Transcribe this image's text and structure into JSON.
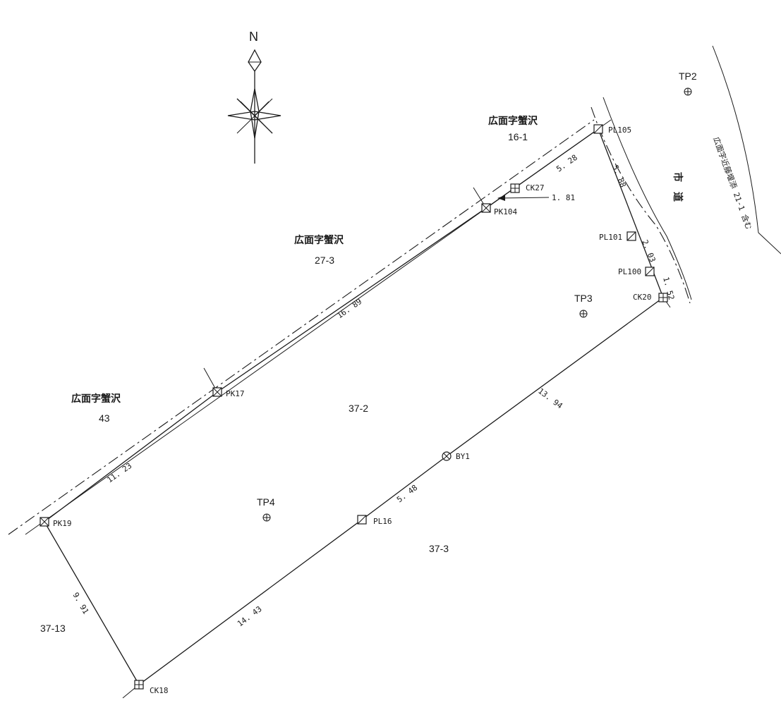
{
  "north": {
    "label": "N",
    "icon": "north-arrow-icon"
  },
  "parcels": {
    "top_right": {
      "name": "広面字蟹沢",
      "number": "16-1"
    },
    "top_middle": {
      "name": "広面字蟹沢",
      "number": "27-3"
    },
    "left": {
      "name": "広面字蟹沢",
      "number": "43"
    },
    "center": {
      "number": "37-2"
    },
    "bottom": {
      "number": "37-3"
    },
    "bottom_left": {
      "number": "37-13"
    }
  },
  "road": {
    "label": "市　道",
    "note": "広面字近藤堰添 21-1 含む"
  },
  "points": {
    "PL105": "PL105",
    "CK27": "CK27",
    "PK104": "PK104",
    "PL101": "PL101",
    "PL100": "PL100",
    "CK20": "CK20",
    "PK17": "PK17",
    "BY1": "BY1",
    "PL16": "PL16",
    "PK19": "PK19",
    "CK18": "CK18"
  },
  "traverse_points": {
    "TP2": "TP2",
    "TP3": "TP3",
    "TP4": "TP4"
  },
  "dimensions": {
    "d_528": "5. 28",
    "d_181": "1. 81",
    "d_588": "5. 88",
    "d_203": "2. 03",
    "d_152": "1. 52",
    "d_1689": "16. 89",
    "d_1394": "13. 94",
    "d_548": "5. 48",
    "d_1123": "11. 23",
    "d_991": "9. 91",
    "d_1443": "14. 43"
  }
}
